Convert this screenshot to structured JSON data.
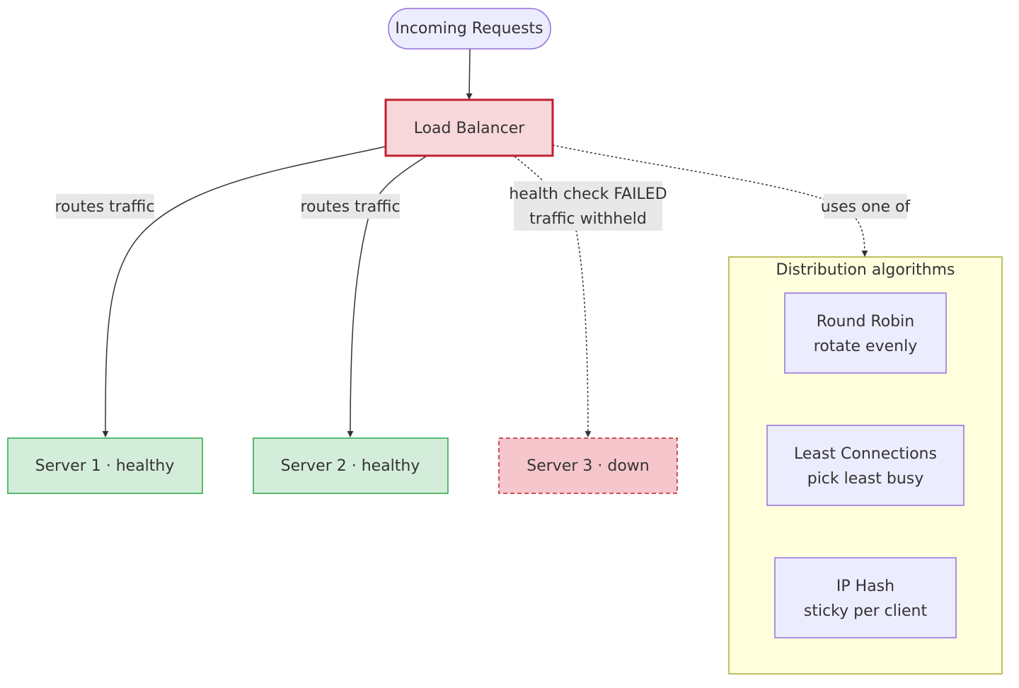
{
  "nodes": {
    "incoming": {
      "label": "Incoming Requests"
    },
    "lb": {
      "label": "Load Balancer"
    },
    "server1": {
      "label": "Server 1 · healthy",
      "status": "healthy"
    },
    "server2": {
      "label": "Server 2 · healthy",
      "status": "healthy"
    },
    "server3": {
      "label": "Server 3 · down",
      "status": "down"
    }
  },
  "edges": {
    "to_server1": {
      "label": "routes traffic",
      "style": "solid"
    },
    "to_server2": {
      "label": "routes traffic",
      "style": "solid"
    },
    "to_server3": {
      "line1": "health check FAILED",
      "line2": "traffic withheld",
      "style": "dotted"
    },
    "to_algorithms": {
      "label": "uses one of",
      "style": "dotted"
    }
  },
  "algorithms": {
    "title": "Distribution algorithms",
    "items": [
      {
        "name": "Round Robin",
        "desc": "rotate evenly"
      },
      {
        "name": "Least Connections",
        "desc": "pick least busy"
      },
      {
        "name": "IP Hash",
        "desc": "sticky per client"
      }
    ]
  },
  "colors": {
    "default_fill": "#ECECFF",
    "default_stroke": "#9370DB",
    "lb_fill": "#F8D7DA",
    "lb_stroke": "#C0202F",
    "healthy_fill": "#D4EDDA",
    "healthy_stroke": "#28A745",
    "down_fill": "#F5C6CB",
    "down_stroke": "#C0202F",
    "cluster_fill": "#FFFFDE",
    "cluster_stroke": "#AAAA33",
    "edge_label_bg": "#E8E8E8",
    "edge_color": "#333333"
  }
}
